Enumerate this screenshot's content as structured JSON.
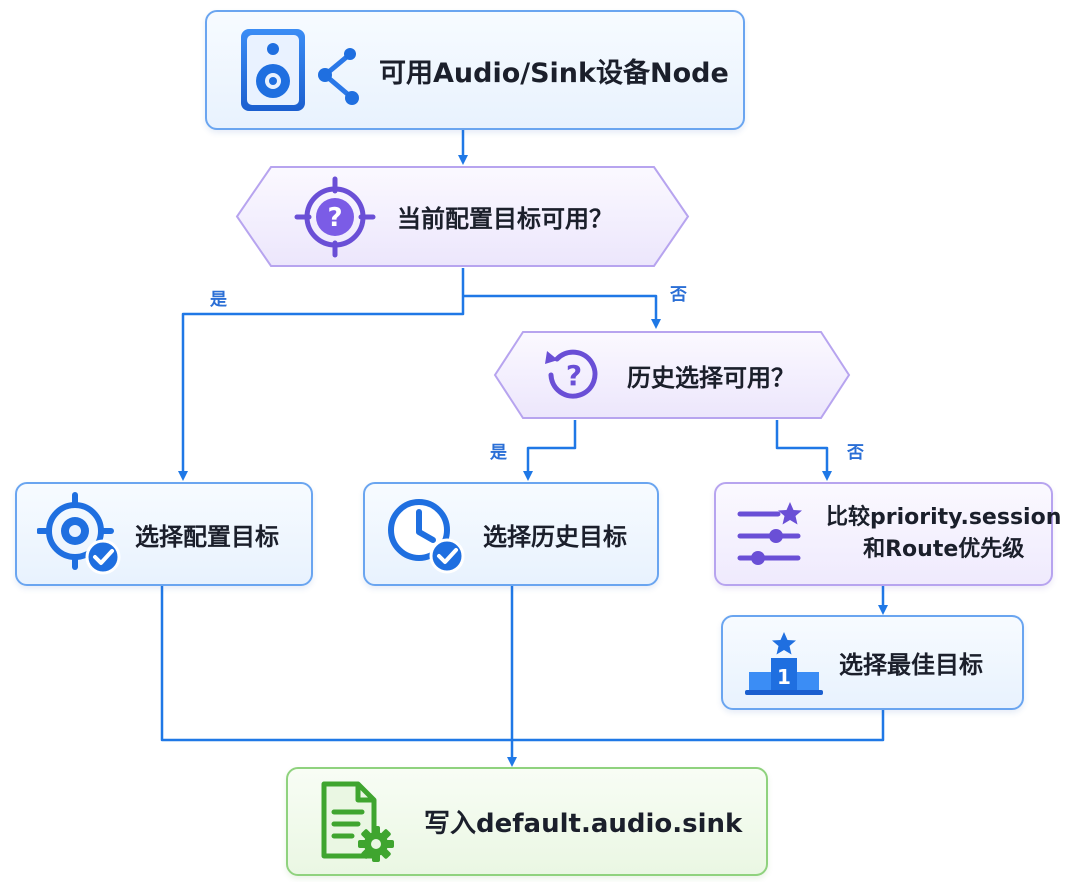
{
  "nodes": {
    "source": {
      "label": "可用Audio/Sink设备Node",
      "icon": "speaker-node-icon"
    },
    "decision_config": {
      "label": "当前配置目标可用？",
      "icon": "target-question-icon"
    },
    "decision_history": {
      "label": "历史选择可用？",
      "icon": "history-question-icon"
    },
    "select_config": {
      "label": "选择配置目标",
      "icon": "target-check-icon"
    },
    "select_history": {
      "label": "选择历史目标",
      "icon": "clock-check-icon"
    },
    "compare_priority": {
      "line1": "比较priority.session",
      "line2": "和Route优先级",
      "icon": "sliders-star-icon"
    },
    "select_best": {
      "label": "选择最佳目标",
      "icon": "podium-icon"
    },
    "write_default": {
      "label": "写入default.audio.sink",
      "icon": "document-gear-icon"
    }
  },
  "edge_labels": {
    "config_yes": "是",
    "config_no": "否",
    "history_yes": "是",
    "history_no": "否"
  },
  "colors": {
    "arrow": "#1f78e6",
    "blue_border": "#6aa5f0",
    "purple_border": "#b7a4ef",
    "green_border": "#8fd27e"
  }
}
